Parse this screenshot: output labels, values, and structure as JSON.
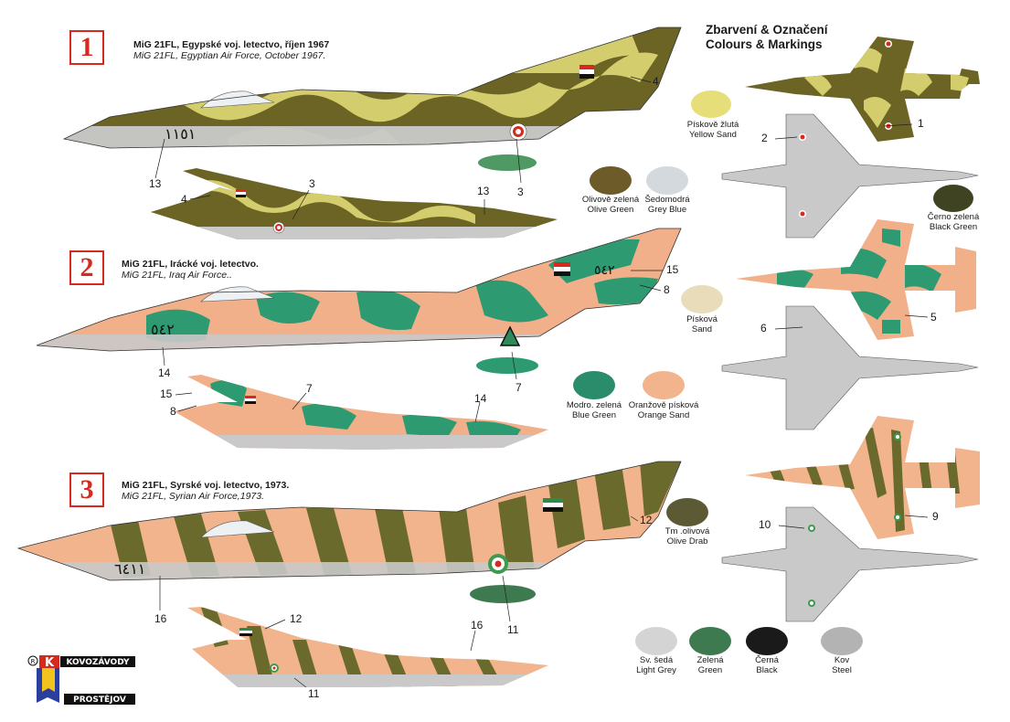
{
  "header": {
    "line1": "Zbarvení & Označení",
    "line2": "Colours & Markings"
  },
  "schemes": [
    {
      "number": "1",
      "title_cz": "MiG 21FL, Egypské voj. letectvo, říjen 1967",
      "title_en": "MiG 21FL, Egyptian  Air Force, October 1967."
    },
    {
      "number": "2",
      "title_cz": "MiG 21FL, Irácké voj. letectvo.",
      "title_en": "MiG 21FL, Iraq Air Force.."
    },
    {
      "number": "3",
      "title_cz": "MiG 21FL, Syrské voj. letectvo, 1973.",
      "title_en": "MiG 21FL, Syrian Air Force,1973."
    }
  ],
  "swatches": [
    {
      "cz": "Pískově žlutá",
      "en": "Yellow Sand",
      "color": "#e6de79"
    },
    {
      "cz": "Olivově  zelená",
      "en": "Olive Green",
      "color": "#6e5b2a"
    },
    {
      "cz": "Šedomodrá",
      "en": "Grey Blue",
      "color": "#d3d9dc"
    },
    {
      "cz": "Černo  zelená",
      "en": "Black Green",
      "color": "#404321"
    },
    {
      "cz": "Písková",
      "en": "Sand",
      "color": "#e9dcbb"
    },
    {
      "cz": "Modro. zelená",
      "en": "Blue Green",
      "color": "#2a8c6a"
    },
    {
      "cz": "Oranžově písková",
      "en": "Orange Sand",
      "color": "#f1b48c"
    },
    {
      "cz": "Tm .olivová",
      "en": "Olive Drab",
      "color": "#5c5a35"
    },
    {
      "cz": "Sv. šedá",
      "en": "Light Grey",
      "color": "#d4d4d4"
    },
    {
      "cz": "Zelená",
      "en": "Green",
      "color": "#3e7a4f"
    },
    {
      "cz": "Černá",
      "en": "Black",
      "color": "#1a1a1a"
    },
    {
      "cz": "Kov",
      "en": "Steel",
      "color": "#b3b3b3"
    }
  ],
  "callouts": [
    "4",
    "13",
    "3",
    "4",
    "3",
    "13",
    "1",
    "2",
    "15",
    "8",
    "14",
    "7",
    "15",
    "8",
    "7",
    "14",
    "5",
    "6",
    "12",
    "16",
    "11",
    "12",
    "16",
    "11",
    "9",
    "10"
  ],
  "logo": {
    "top": "KOVOZÁVODY",
    "bottom": "PROSTĚJOV",
    "mark": "K",
    "reg": "R"
  },
  "fuselage_numbers": [
    "١١٥١",
    "٥٤٢",
    "٥٤٢",
    "٦٤١١"
  ],
  "colors": {
    "egypt_yellow": "#d4cd6e",
    "egypt_olive": "#6b6425",
    "iraq_green": "#2e9a72",
    "iraq_sand": "#f2b08a",
    "syria_olive": "#6b6a2d",
    "syria_sand": "#f1b48c",
    "grey": "#c9c9c9",
    "badge_red": "#d62a1e"
  }
}
